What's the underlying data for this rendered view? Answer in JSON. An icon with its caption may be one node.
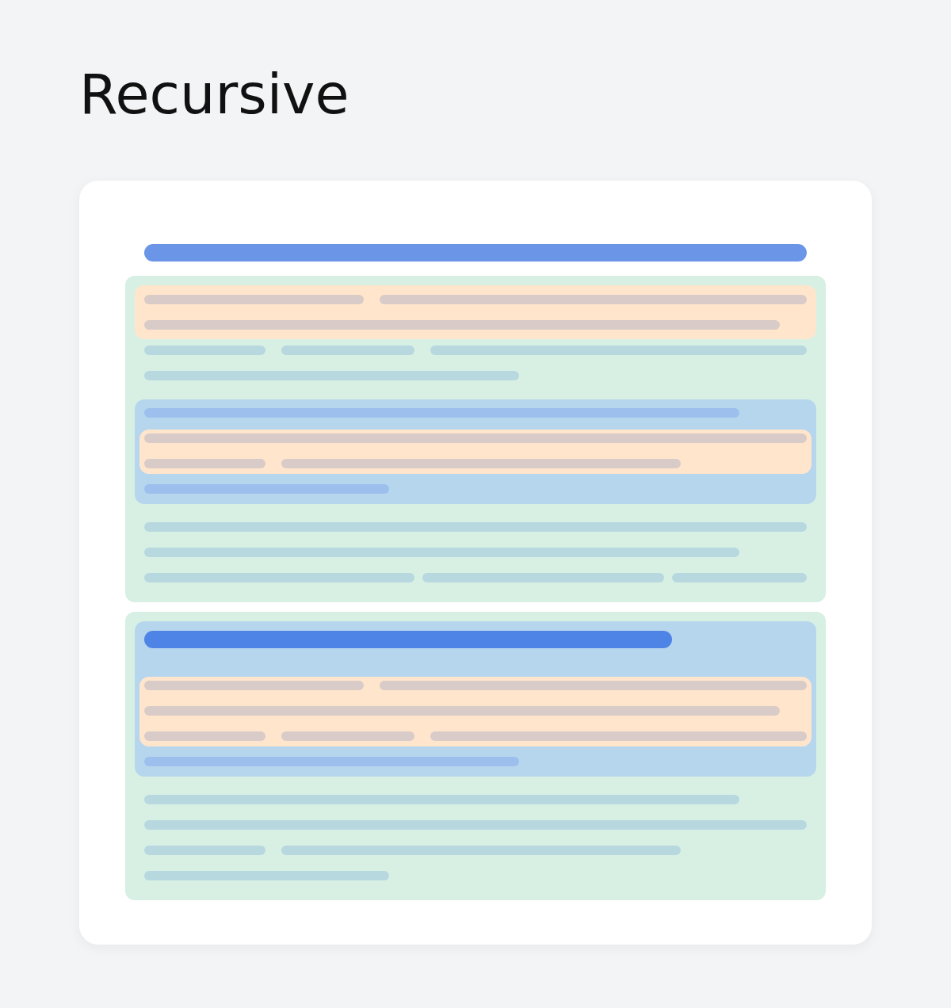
{
  "diagram": {
    "title": "Recursive",
    "nodes": [
      {
        "text": [],
        "shape": "box"
      },
      {
        "text": [],
        "shape": "box",
        "in": 0
      },
      {
        "text": [],
        "shape": "box",
        "in": 1
      },
      {
        "text": [],
        "shape": "box",
        "in": 1
      },
      {
        "text": [],
        "shape": "box",
        "in": 3
      },
      {
        "text": [],
        "shape": "box",
        "in": 0
      },
      {
        "text": [],
        "shape": "box",
        "in": 5
      },
      {
        "text": [],
        "shape": "box",
        "in": 6
      }
    ]
  }
}
